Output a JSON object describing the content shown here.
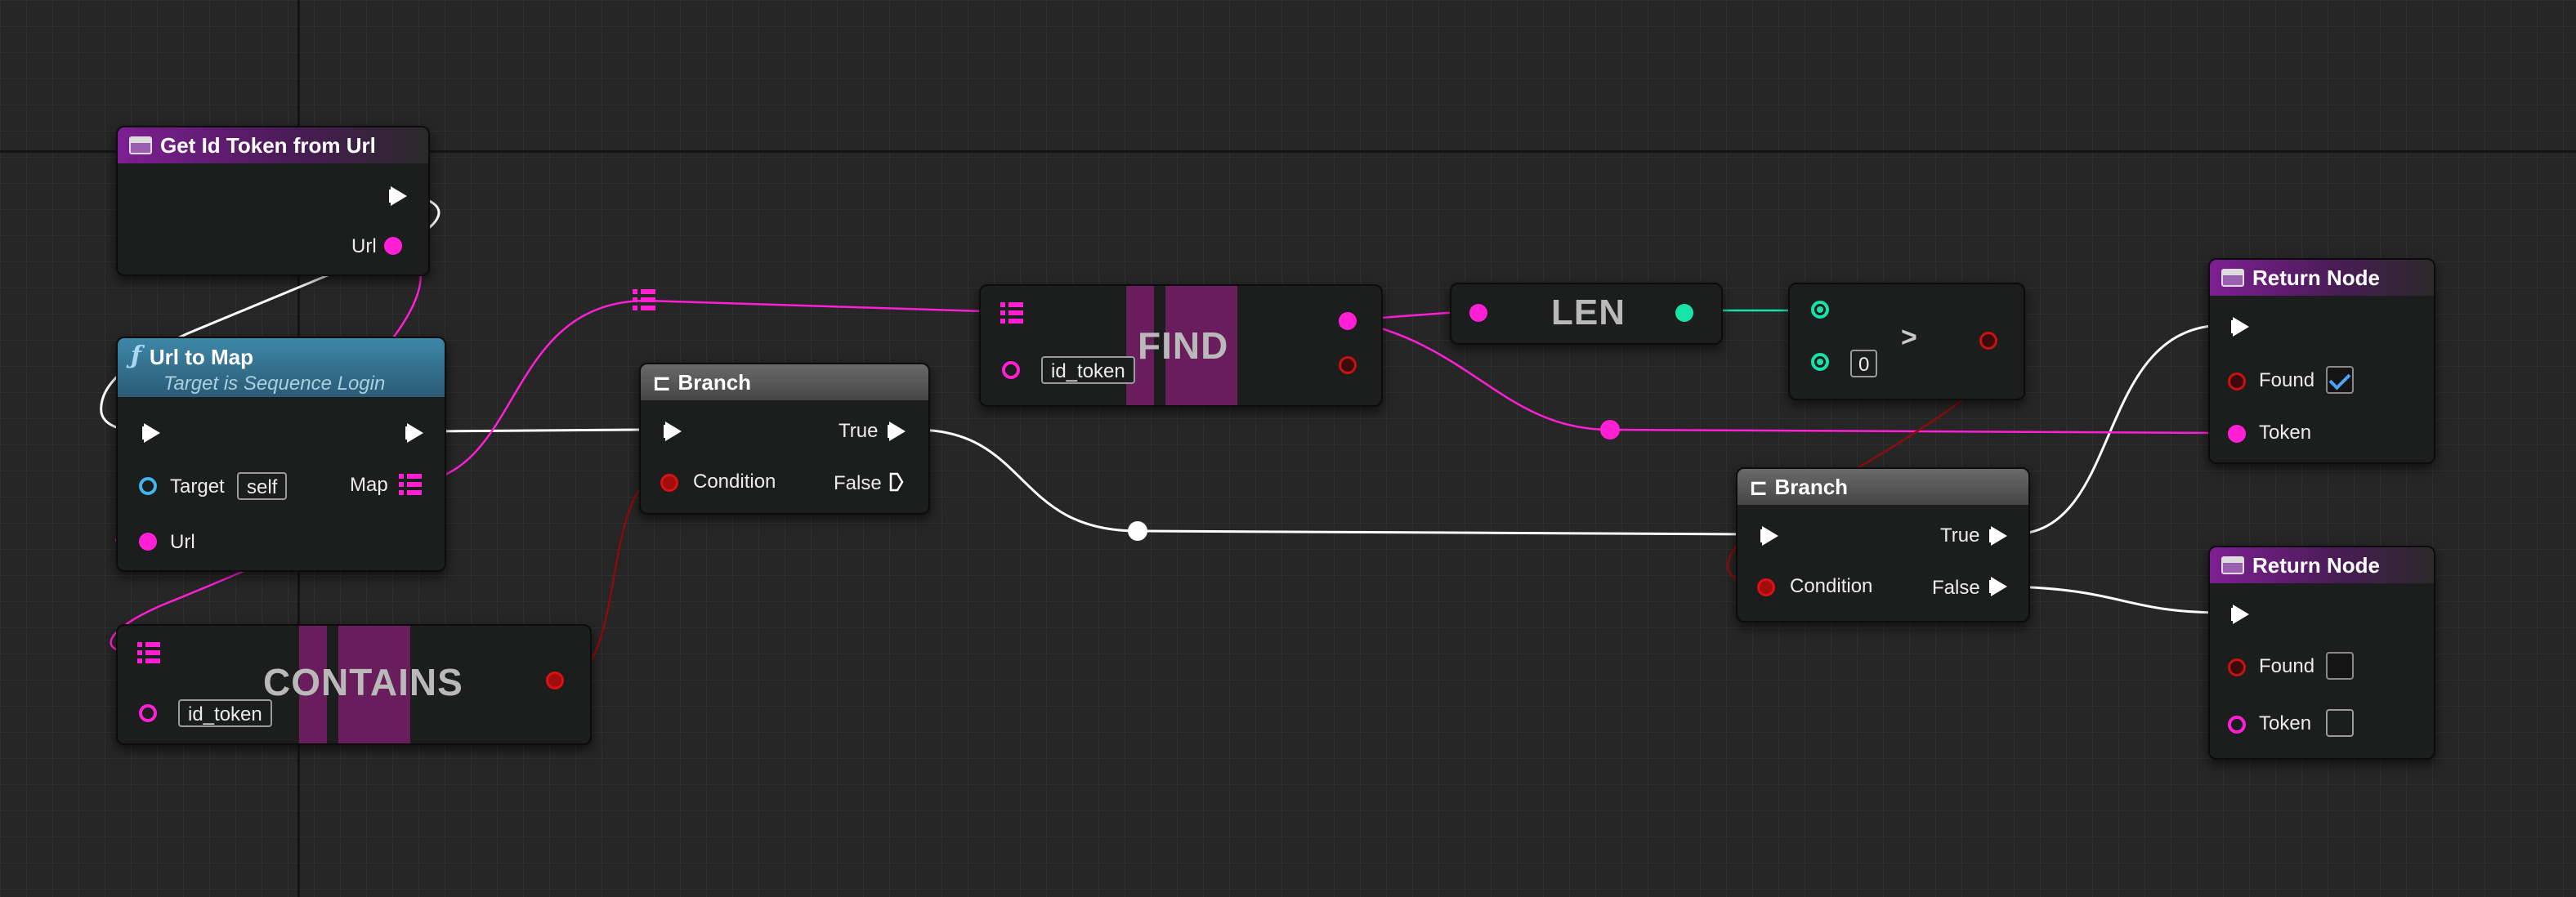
{
  "graph": {
    "nodes": {
      "get_id_token": {
        "title": "Get Id Token from Url",
        "url_label": "Url"
      },
      "url_to_map": {
        "title": "Url to Map",
        "subtitle": "Target is Sequence Login",
        "target_label": "Target",
        "target_value": "self",
        "map_label": "Map",
        "url_label": "Url"
      },
      "contains": {
        "title": "CONTAINS",
        "key_value": "id_token"
      },
      "branch_1": {
        "title": "Branch",
        "true_label": "True",
        "condition_label": "Condition",
        "false_label": "False"
      },
      "find": {
        "title": "FIND",
        "key_value": "id_token"
      },
      "len": {
        "title": "LEN"
      },
      "greater": {
        "operator": ">",
        "value": "0"
      },
      "branch_2": {
        "title": "Branch",
        "true_label": "True",
        "condition_label": "Condition",
        "false_label": "False"
      },
      "return_1": {
        "title": "Return Node",
        "found_label": "Found",
        "found_checked": true,
        "token_label": "Token"
      },
      "return_2": {
        "title": "Return Node",
        "found_label": "Found",
        "found_checked": false,
        "token_label": "Token"
      }
    },
    "colors": {
      "background": "#262626",
      "exec_wire": "#ffffff",
      "string_wire": "#ff1fd5",
      "bool_wire": "#8a0c0c",
      "int_wire": "#17e2a8",
      "object_pin": "#3fb6f0",
      "function_header": "#7e1f93",
      "call_header": "#3e87a8",
      "branch_header": "#5a5a5a"
    },
    "icons": {
      "function_entry": "function-icon",
      "branch": "branch-icon",
      "call_function": "f-icon",
      "map_type": "map-icon"
    }
  }
}
